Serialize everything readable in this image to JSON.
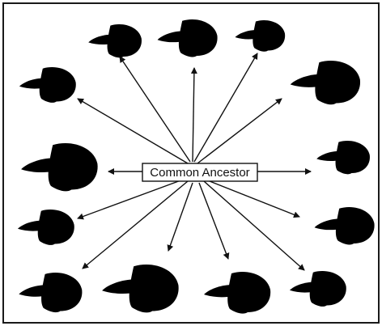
{
  "center": {
    "label": "Common Ancestor"
  },
  "birds": [
    {
      "name": "finch-top-1"
    },
    {
      "name": "finch-top-2"
    },
    {
      "name": "finch-top-3"
    },
    {
      "name": "finch-upper-left"
    },
    {
      "name": "finch-upper-right-large"
    },
    {
      "name": "finch-mid-left-large"
    },
    {
      "name": "finch-mid-right"
    },
    {
      "name": "finch-lower-left"
    },
    {
      "name": "finch-lower-right"
    },
    {
      "name": "finch-bottom-1"
    },
    {
      "name": "finch-bottom-2-large"
    },
    {
      "name": "finch-bottom-3"
    },
    {
      "name": "finch-bottom-4"
    }
  ]
}
